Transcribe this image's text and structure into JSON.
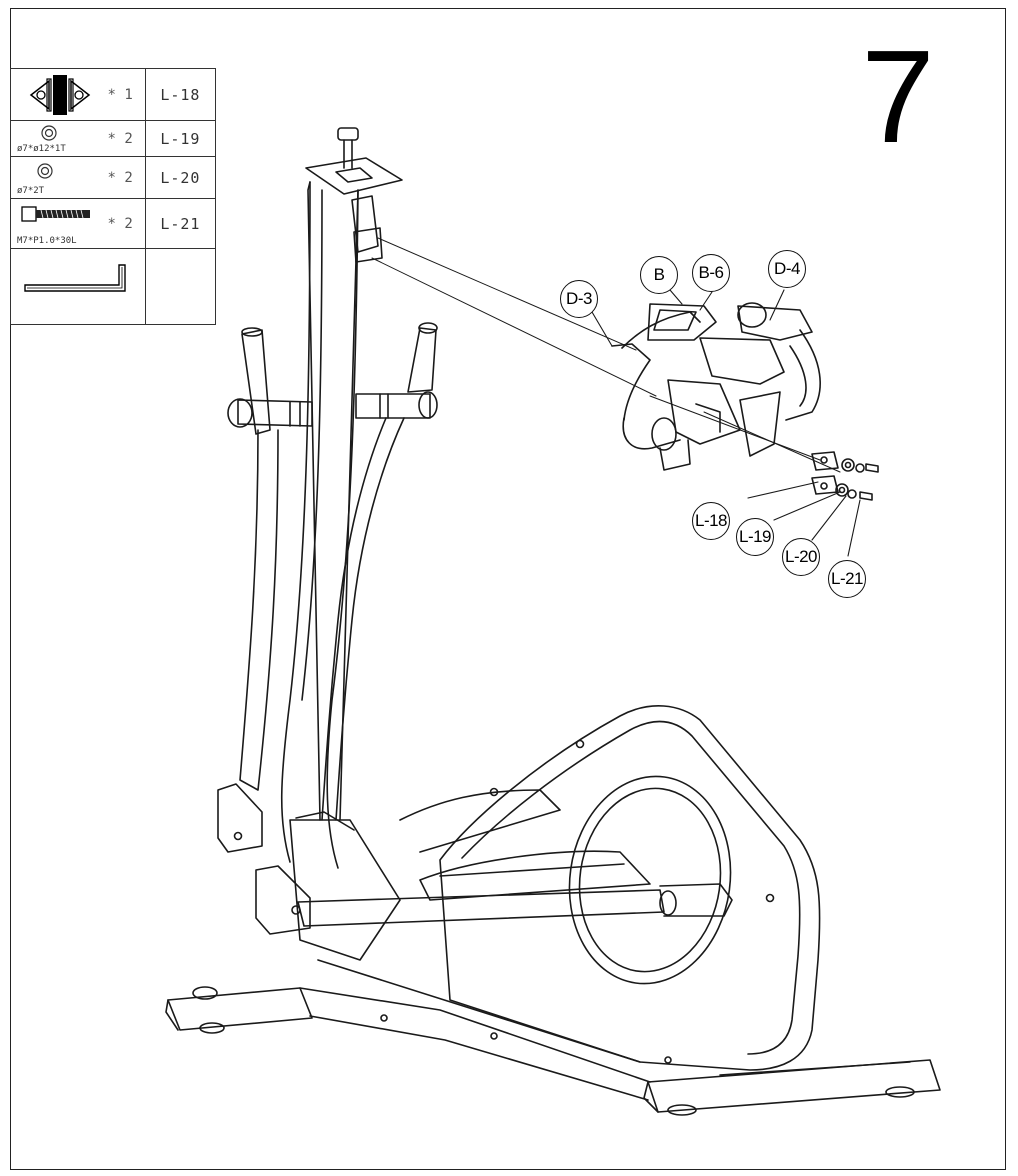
{
  "step": {
    "number": "7"
  },
  "parts_table": {
    "rows": [
      {
        "code": "L-18",
        "qty": "* 1",
        "spec": ""
      },
      {
        "code": "L-19",
        "qty": "* 2",
        "spec": "ø7*ø12*1T"
      },
      {
        "code": "L-20",
        "qty": "* 2",
        "spec": "ø7*2T"
      },
      {
        "code": "L-21",
        "qty": "* 2",
        "spec": "M7*P1.0*30L"
      },
      {
        "code": "",
        "qty": "",
        "spec": ""
      }
    ]
  },
  "callouts": {
    "d3": "D-3",
    "b": "B",
    "b6": "B-6",
    "d4": "D-4",
    "l18": "L-18",
    "l19": "L-19",
    "l20": "L-20",
    "l21": "L-21"
  }
}
